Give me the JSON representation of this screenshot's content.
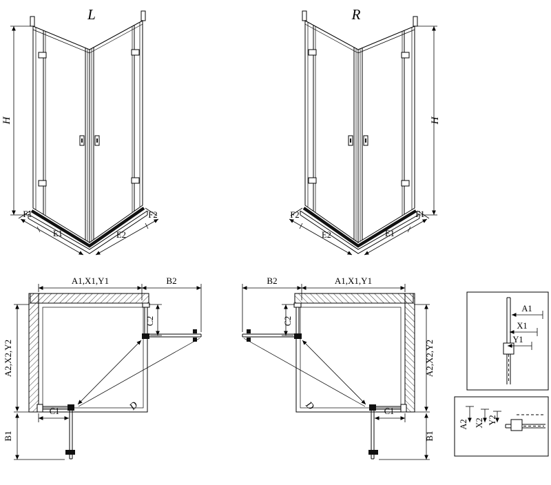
{
  "iso_left": {
    "title": "L",
    "h": "H",
    "f1": "F1",
    "e1": "E1",
    "e2": "E2",
    "f2": "F2"
  },
  "iso_right": {
    "title": "R",
    "h": "H",
    "f1": "F1",
    "e1": "E1",
    "e2": "E2",
    "f2": "F2"
  },
  "plan_left": {
    "top_dim": "A1,X1,Y1",
    "b2": "B2",
    "c2": "C2",
    "side_dim": "A2,X2,Y2",
    "c1": "C1",
    "d": "D",
    "b1": "B1"
  },
  "plan_right": {
    "top_dim": "A1,X1,Y1",
    "b2": "B2",
    "c2": "C2",
    "side_dim": "A2,X2,Y2",
    "c1": "C1",
    "d": "D",
    "b1": "B1"
  },
  "detail_top": {
    "a1": "A1",
    "x1": "X1",
    "y1": "Y1"
  },
  "detail_bottom": {
    "a2": "A2",
    "x2": "X2",
    "y2": "Y2"
  }
}
